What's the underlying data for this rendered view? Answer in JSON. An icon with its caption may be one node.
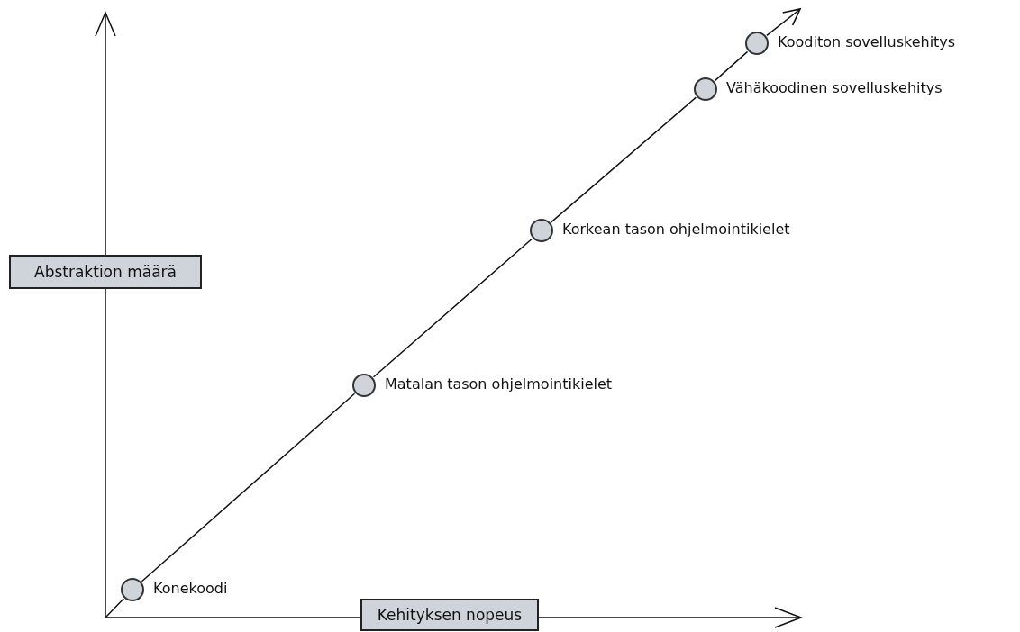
{
  "diagram": {
    "nodes": [
      {
        "text": [
          "Abstraktion määrä"
        ]
      },
      {
        "text": [
          "Kehityksen nopeus"
        ]
      },
      {
        "text": [],
        "shape": "circle",
        "beside": [
          "Konekoodi"
        ]
      },
      {
        "text": [],
        "shape": "circle",
        "beside": [
          "Matalan tason ohjelmointikielet"
        ]
      },
      {
        "text": [],
        "shape": "circle",
        "beside": [
          "Korkean tason ohjelmointikielet"
        ]
      },
      {
        "text": [],
        "shape": "circle",
        "beside": [
          "Vähäkoodinen sovelluskehitys"
        ]
      },
      {
        "text": [],
        "shape": "circle",
        "beside": [
          "Kooditon sovelluskehitys"
        ]
      }
    ],
    "edges": [
      {
        "from": null,
        "to": 2,
        "arrow": "none"
      },
      {
        "from": 2,
        "to": 3,
        "arrow": "none"
      },
      {
        "from": 3,
        "to": 4,
        "arrow": "none"
      },
      {
        "from": 4,
        "to": 5,
        "arrow": "none"
      },
      {
        "from": 5,
        "to": 6,
        "arrow": "none"
      },
      {
        "from": 6,
        "to": null,
        "arrow": "to"
      }
    ]
  }
}
